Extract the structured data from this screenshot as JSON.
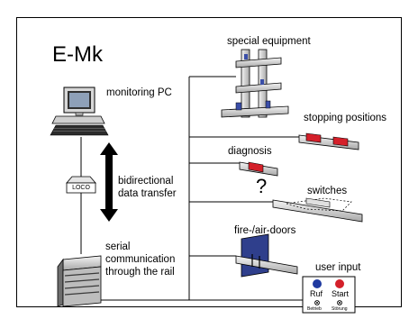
{
  "title": "E-Mk",
  "labels": {
    "monitoring_pc": "monitoring PC",
    "loco": "LOCO",
    "bidirectional_line1": "bidirectional",
    "bidirectional_line2": "data transfer",
    "serial_line1": "serial",
    "serial_line2": "communication",
    "serial_line3": "through the rail",
    "special_equipment": "special equipment",
    "stopping_positions": "stopping positions",
    "diagnosis": "diagnosis",
    "question_mark": "?",
    "switches": "switches",
    "fire_air_doors": "fire-/air-doors",
    "user_input": "user input",
    "ruf": "Ruf",
    "start": "Start",
    "betrieb": "Betrieb",
    "stoerung": "Störung"
  },
  "colors": {
    "red": "#d4202a",
    "blue_button": "#1f3aa0",
    "door_blue": "#2f3f8c",
    "rail_light": "#e4e4e4",
    "rail_dark": "#9c9c9c",
    "line": "#000000"
  },
  "icons": {
    "pc": "computer-terminal-icon",
    "loco": "loco-box-icon",
    "arrow": "double-arrow-icon",
    "rail": "rail-icon"
  }
}
